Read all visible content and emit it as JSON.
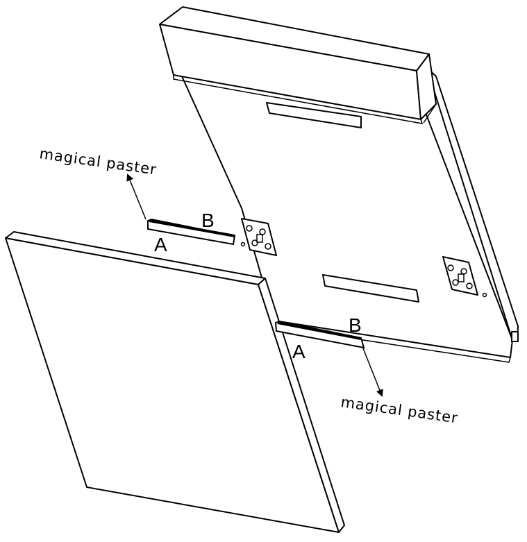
{
  "labels": {
    "upper_callout": "magical paster",
    "lower_callout": "magical paster",
    "upper_a": "A",
    "upper_b": "B",
    "lower_a": "A",
    "lower_b": "B"
  }
}
